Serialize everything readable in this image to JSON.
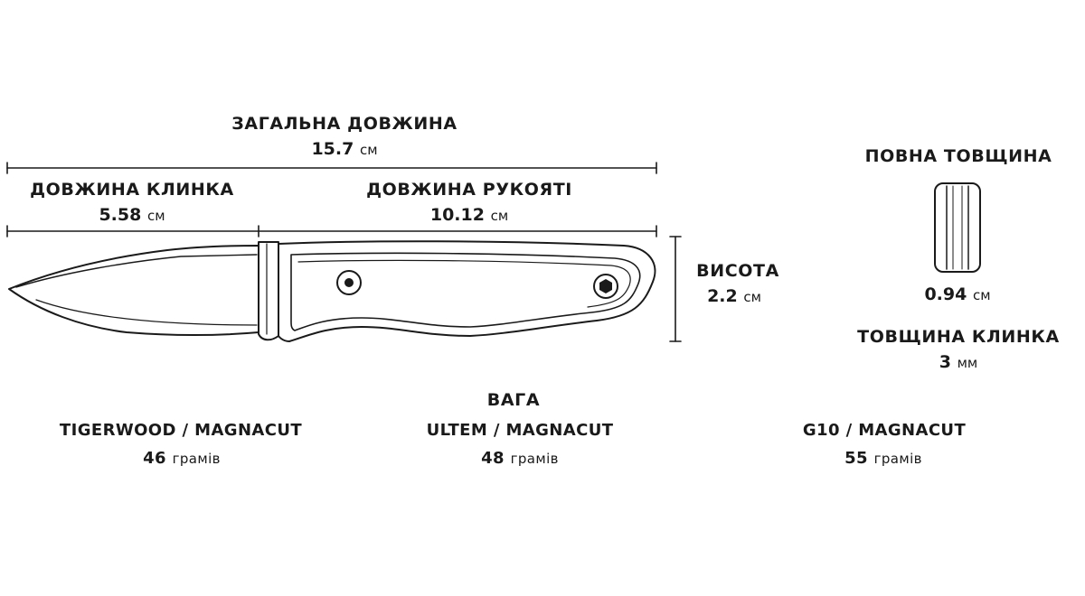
{
  "total_length": {
    "caption": "ЗАГАЛЬНА ДОВЖИНА",
    "value": "15.7",
    "unit": "см"
  },
  "blade_length": {
    "caption": "ДОВЖИНА КЛИНКА",
    "value": "5.58",
    "unit": "см"
  },
  "handle_length": {
    "caption": "ДОВЖИНА РУКОЯТІ",
    "value": "10.12",
    "unit": "см"
  },
  "height": {
    "caption": "ВИСОТА",
    "value": "2.2",
    "unit": "см"
  },
  "full_thickness": {
    "caption": "ПОВНА ТОВЩИНА",
    "value": "0.94",
    "unit": "см"
  },
  "blade_thickness": {
    "caption": "ТОВЩИНА КЛИНКА",
    "value": "3",
    "unit": "мм"
  },
  "weight": {
    "caption": "ВАГА",
    "variants": [
      {
        "material": "TIGERWOOD / MAGNACUT",
        "value": "46",
        "unit": "грамів"
      },
      {
        "material": "ULTEM / MAGNACUT",
        "value": "48",
        "unit": "грамів"
      },
      {
        "material": "G10 / MAGNACUT",
        "value": "55",
        "unit": "грамів"
      }
    ]
  }
}
